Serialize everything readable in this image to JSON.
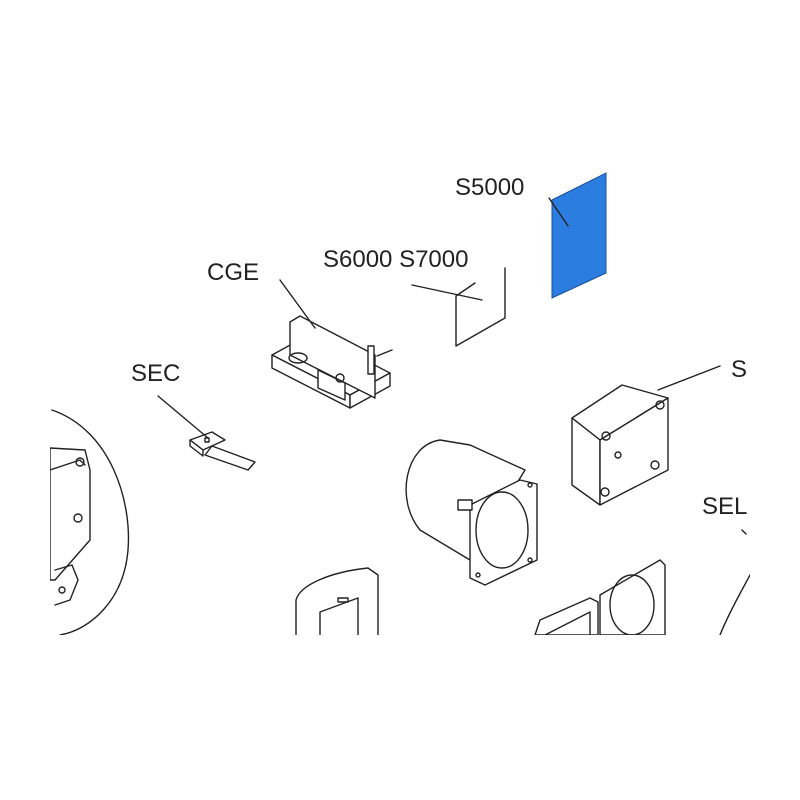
{
  "diagram": {
    "labels": {
      "s5000": "S5000",
      "s6000_s7000": "S6000 S7000",
      "cge": "CGE",
      "sec": "SEC",
      "s_cut": "S",
      "sel_cut": "SEL"
    },
    "highlight_color": "#2b7de0"
  }
}
